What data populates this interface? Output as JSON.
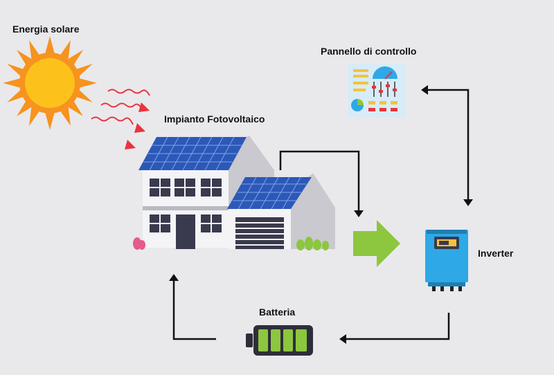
{
  "labels": {
    "solar": "Energia solare",
    "pv_plant": "Impianto Fotovoltaico",
    "control_panel": "Pannello di controllo",
    "inverter": "Inverter",
    "battery": "Batteria"
  },
  "colors": {
    "background": "#e9e9ec",
    "sun_core": "#fcc21b",
    "sun_rays": "#f7931e",
    "heat_arrows": "#e8343a",
    "solar_panel": "#2c58b8",
    "green_arrow": "#8dc63f",
    "inverter_body": "#2ea8e6",
    "battery_cells": "#8dc63f",
    "flow_lines": "#111111"
  },
  "icons": {
    "sun": "sun-icon",
    "house": "house-icon",
    "control_panel": "dashboard-icon",
    "inverter": "inverter-icon",
    "battery": "battery-icon"
  }
}
